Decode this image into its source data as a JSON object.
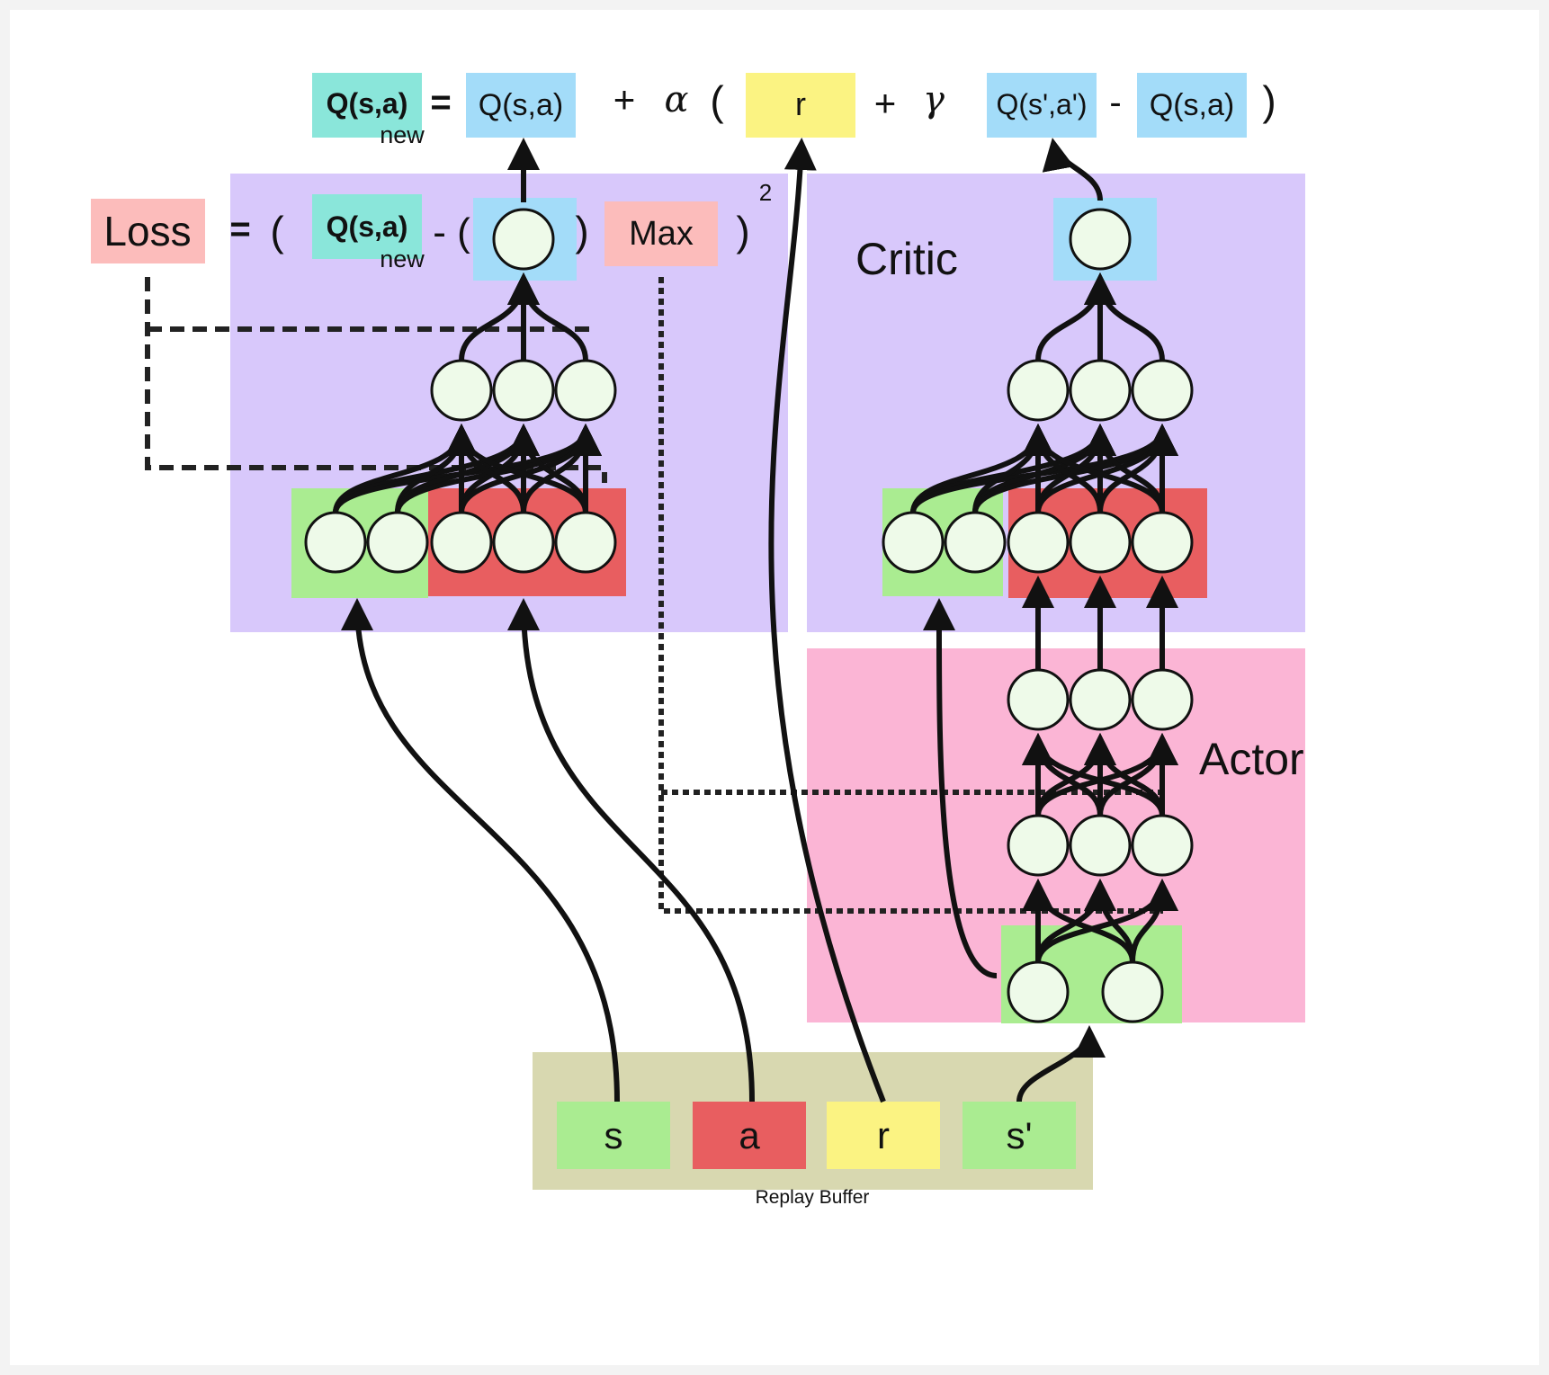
{
  "colors": {
    "teal": "#8ae6da",
    "blue": "#a3dcf9",
    "yellow": "#fbf382",
    "pink": "#fcbcbb",
    "purple": "#d8c8fb",
    "actor_pink": "#fbb5d5",
    "green": "#aaec91",
    "red": "#e85e60",
    "buffer": "#d8d8b0",
    "node_fill": "#eefae9",
    "stroke": "#111111"
  },
  "equation": {
    "q_new": "Q(s,a)",
    "q_new_sub": "new",
    "equals": "=",
    "q_sa": "Q(s,a)",
    "plus1": "+",
    "alpha": "α",
    "open_paren": "(",
    "r": "r",
    "plus2": "+",
    "gamma": "γ",
    "q_next": "Q(s',a')",
    "minus": "-",
    "q_sa2": "Q(s,a)",
    "close_paren": ")"
  },
  "loss": {
    "label": "Loss",
    "equals": "=",
    "open_paren": "(",
    "q_new": "Q(s,a)",
    "q_new_sub": "new",
    "minus_open": "- (",
    "close_inner": ")",
    "max": "Max",
    "close_paren": ")",
    "exponent": "2"
  },
  "critic": {
    "label": "Critic"
  },
  "actor": {
    "label": "Actor"
  },
  "buffer": {
    "label": "Replay Buffer",
    "items": [
      "s",
      "a",
      "r",
      "s'"
    ]
  }
}
